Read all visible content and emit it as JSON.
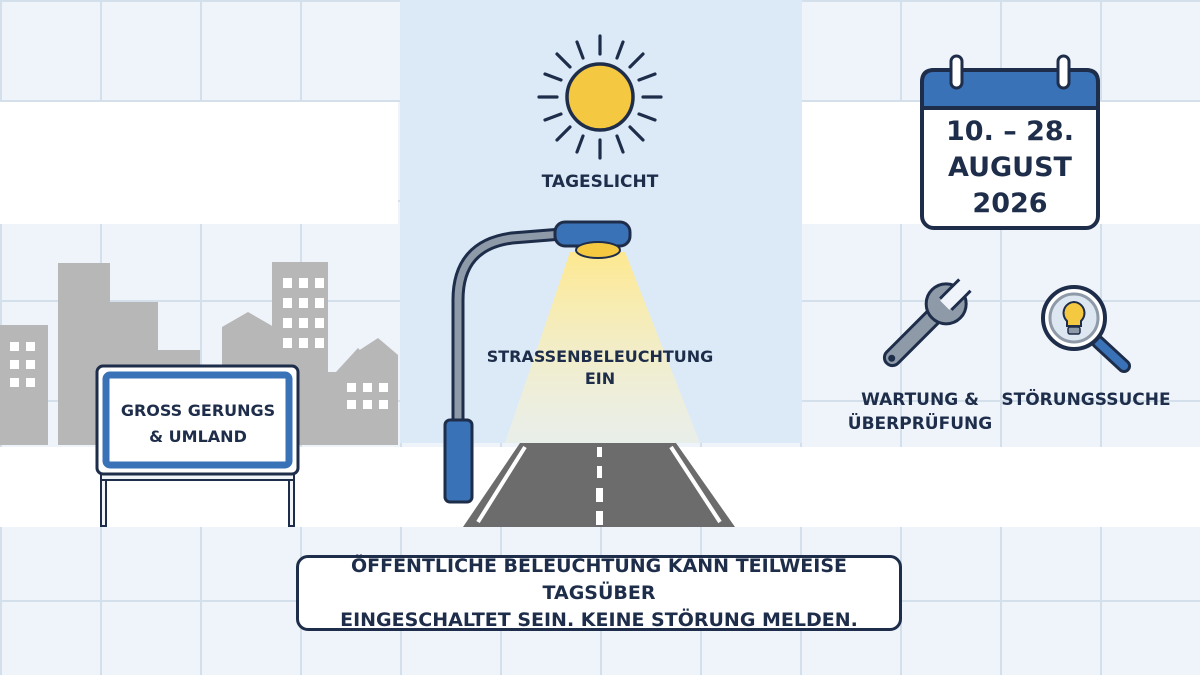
{
  "sun": {
    "label": "TAGESLICHT"
  },
  "streetlight": {
    "label_line1": "STRASSENBELEUCHTUNG",
    "label_line2": "EIN"
  },
  "calendar": {
    "line1": "10. – 28.",
    "line2": "AUGUST",
    "line3": "2026"
  },
  "maintenance": {
    "label_line1": "WARTUNG &",
    "label_line2": "ÜBERPRÜFUNG"
  },
  "troubleshooting": {
    "label": "STÖRUNGSSUCHE"
  },
  "town_sign": {
    "line1": "GROSS GERUNGS",
    "line2": "& UMLAND"
  },
  "notice": {
    "line1": "ÖFFENTLICHE BELEUCHTUNG KANN TEILWEISE TAGSÜBER",
    "line2": "EINGESCHALTET SEIN. KEINE STÖRUNG MELDEN."
  },
  "colors": {
    "navy": "#1e2d4a",
    "blue": "#3a72b8",
    "sun_yellow": "#f5c842",
    "buildings": "#b7b7b7",
    "road": "#6c6c6c"
  }
}
